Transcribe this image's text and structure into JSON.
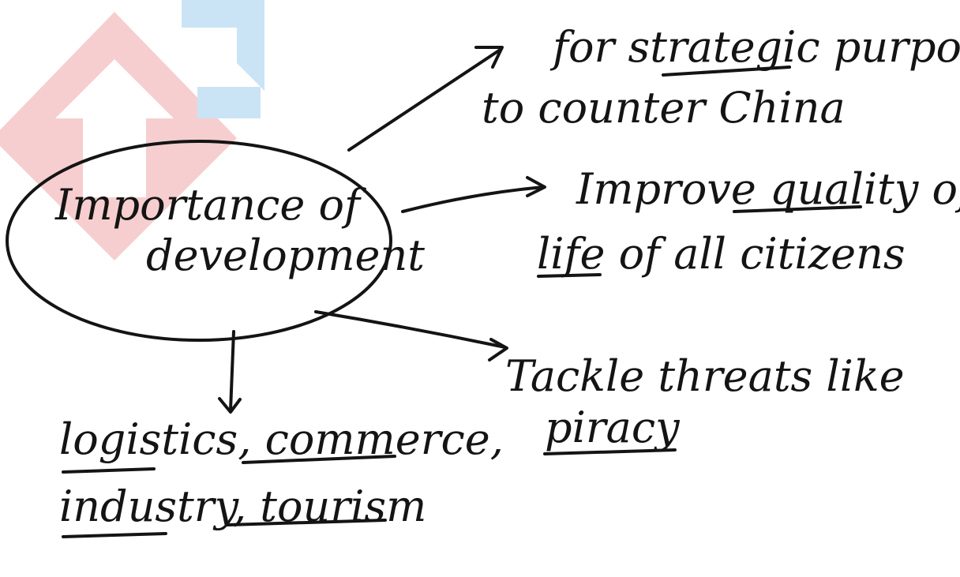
{
  "watermark": {
    "icon": "up-arrow-logo-icon",
    "colors": {
      "red": "#f3c3c4",
      "blue": "#bfdff6"
    }
  },
  "center": {
    "line1": "Importance of",
    "line2": "development"
  },
  "branches": [
    {
      "id": "strategic",
      "line1": "for strategic purposes",
      "line2": "to counter China"
    },
    {
      "id": "quality",
      "line1": "Improve quality of",
      "line2": "life of all citizens"
    },
    {
      "id": "threats",
      "line1": "Tackle threats like",
      "line2": "piracy"
    },
    {
      "id": "economy",
      "line1": "logistics, commerce,",
      "line2": "industry, tourism"
    }
  ],
  "ink_color": "#141414"
}
